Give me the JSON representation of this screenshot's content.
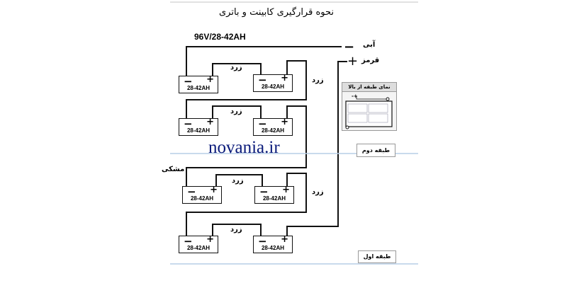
{
  "title": "نحوه قرارگیری کابینت و باتری",
  "spec": "96V/28-42AH",
  "wires": {
    "blue": "آبی",
    "red": "قرمز",
    "yellow": "زرد",
    "black": "مشکی"
  },
  "terminals": {
    "minus": "−",
    "plus": "+"
  },
  "battery_label": "28-42AH",
  "inset_title": "نمای طبقه از بالا",
  "shelves": {
    "second": "طبقه دوم",
    "first": "طبقه اول"
  },
  "watermark": "novania.ir",
  "colors": {
    "watermark": "#0a1a7a",
    "divider": "#b7cde6"
  }
}
